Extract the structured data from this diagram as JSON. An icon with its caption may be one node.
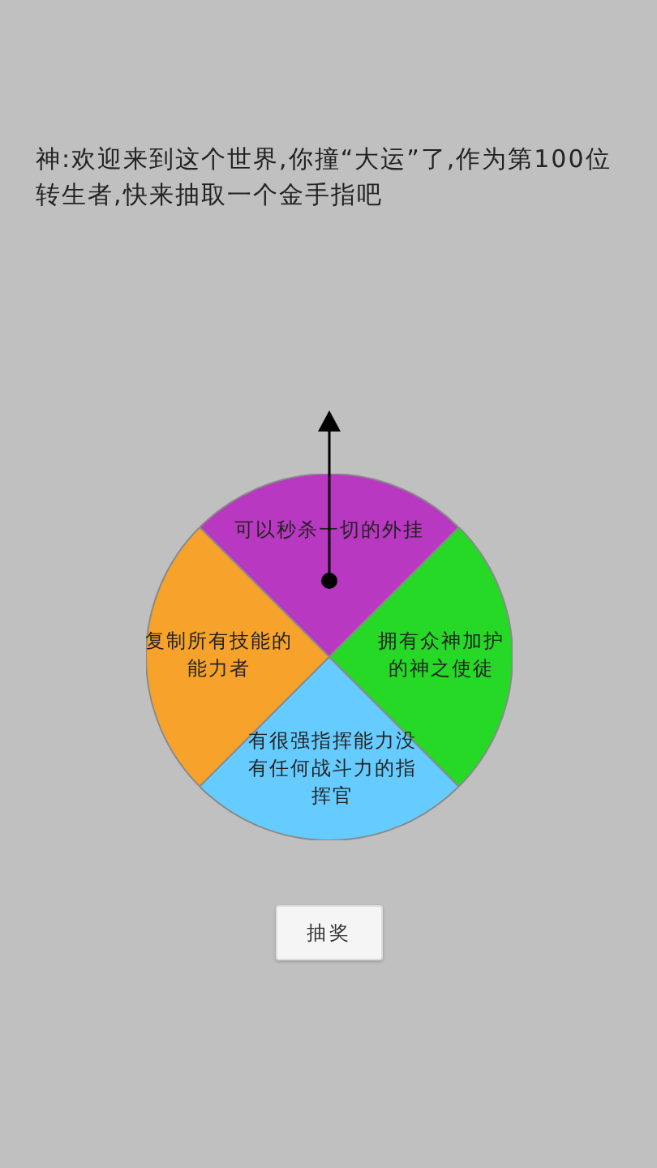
{
  "diagram": {
    "nodes": [
      {
        "text": [
          "可以秒杀一切的外挂"
        ]
      },
      {
        "text": [
          "复制所有技能的能力者"
        ]
      },
      {
        "text": [
          "拥有众神加护的神之使徒"
        ]
      },
      {
        "text": [
          "有很强指挥能力没有任何战斗力的指挥官"
        ]
      }
    ],
    "labels": [
      "神:欢迎来到这个世界,你撞“大运”了,作为第100位转生者,快来抽取一个金手指吧",
      "抽奖"
    ]
  }
}
